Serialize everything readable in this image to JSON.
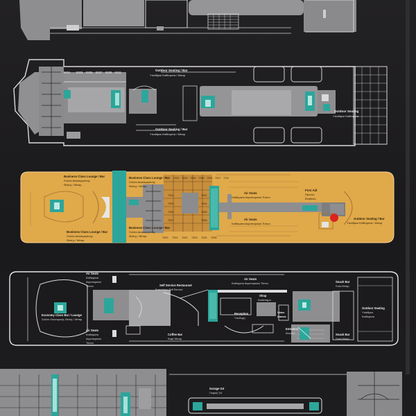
{
  "deck_top": {
    "cabins": [
      "8201",
      "8203",
      "8205",
      "8207",
      "8209",
      "8211"
    ],
    "outdoor_bar_top": [
      "Outdoor Seating / Bar",
      "Υπαίθριοι Καθίσματα / Μπαρ"
    ],
    "outdoor_bar_bottom": [
      "Outdoor Seating / Bar",
      "Υπαίθριοι Καθίσματα / Μπαρ"
    ],
    "outdoor_seating_right": [
      "Outdoor Seating",
      "Υπαίθριοι Καθίσματα"
    ]
  },
  "deck_business": {
    "lounge_top": [
      "Business Class Lounge / Bar",
      "Σαλόνι Διακεκριμένης",
      "Θέσης / Μπαρ"
    ],
    "lounge_bottom": [
      "Business Class Lounge / Bar",
      "Σαλόνι Διακεκριμένης",
      "Θέσης / Μπαρ"
    ],
    "cabins_top": [
      "7202",
      "7203",
      "7204",
      "7205",
      "7206",
      "7207",
      "7211"
    ],
    "cabins_mid": [
      "7201",
      "7203",
      "7205",
      "7207",
      "7209"
    ],
    "cabins_mid2": [
      "7202",
      "7204",
      "7206",
      "7208"
    ],
    "cabins_bottom": [
      "7200",
      "7201",
      "7202",
      "7203",
      "7204",
      "7205"
    ],
    "air_seats_top": [
      "Air Seats",
      "Καθίσματα Αεροπορικού Τύπου"
    ],
    "air_seats_bottom": [
      "Air Seats",
      "Καθίσματα Αεροπορικού Τύπου"
    ],
    "first_aid": [
      "First Aid",
      "Πρώτες",
      "Βοήθειες"
    ],
    "outdoor_bar": [
      "Outdoor Seating / Bar",
      "Υπαίθριοι Καθίσματα / Μπαρ"
    ],
    "colors": {
      "deck": "#e0a94a",
      "teal": "#2aa59a",
      "grey": "#8e8e90",
      "marker": "#d9241f"
    }
  },
  "deck_economy": {
    "air_seats_top_left": [
      "Air Seats",
      "Καθίσματα",
      "Αεροπορικού",
      "Τύπου"
    ],
    "economy_lounge": [
      "Economy Class Bar / Lounge",
      "Σαλόνι Οικονομικής Θέσης / Μπαρ"
    ],
    "air_seats_bottom_left": [
      "Air Seats",
      "Καθίσματα",
      "Αεροπορικού",
      "Τύπου"
    ],
    "self_service": [
      "Self Service Restaurant",
      "Εστιατόριο Self Service"
    ],
    "air_seats_top": [
      "Air Seats",
      "Καθίσματα Αεροπορικού Τύπου"
    ],
    "coffee_bar": [
      "Coffee Bar",
      "Καφέ Μπαρ"
    ],
    "shop": [
      "Shop",
      "Κατάστημα"
    ],
    "reception": [
      "Reception",
      "Υποδοχή"
    ],
    "video_games": [
      "Video",
      "Games"
    ],
    "entrance": [
      "Entrance",
      "Είσοδος"
    ],
    "snack_bar_top": [
      "Snack Bar",
      "Σνακ Μπαρ"
    ],
    "snack_bar_bottom": [
      "Snack Bar",
      "Σνακ Μπαρ"
    ],
    "outdoor_seating": [
      "Outdoor Seating",
      "Υπαίθριοι",
      "Καθίσματα"
    ]
  },
  "deck_garage": {
    "garage": [
      "Garage G4",
      "Γκαράζ G4"
    ]
  }
}
